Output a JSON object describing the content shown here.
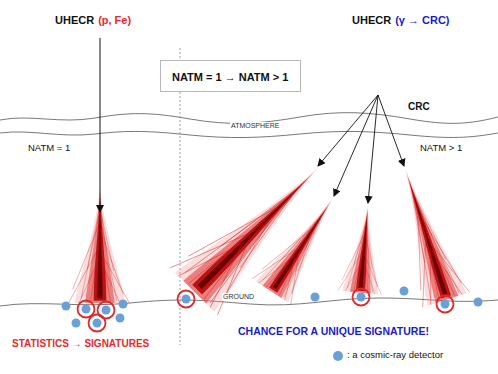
{
  "diagram": {
    "nodes": [
      {
        "text": [
          "NATM = 1 → NATM > 1"
        ]
      }
    ],
    "labels": [
      "UHECR",
      "(p, Fe)",
      "UHECR",
      "(γ → CRC)",
      "CRC",
      "ATMOSPHERE",
      "NATM = 1",
      "NATM > 1",
      "GROUND",
      "STATISTICS → SIGNATURES",
      "CHANCE FOR A UNIQUE SIGNATURE!"
    ],
    "legend": [
      {
        "text": ": a cosmic-ray detector",
        "color": "#6a9fd8"
      }
    ]
  }
}
